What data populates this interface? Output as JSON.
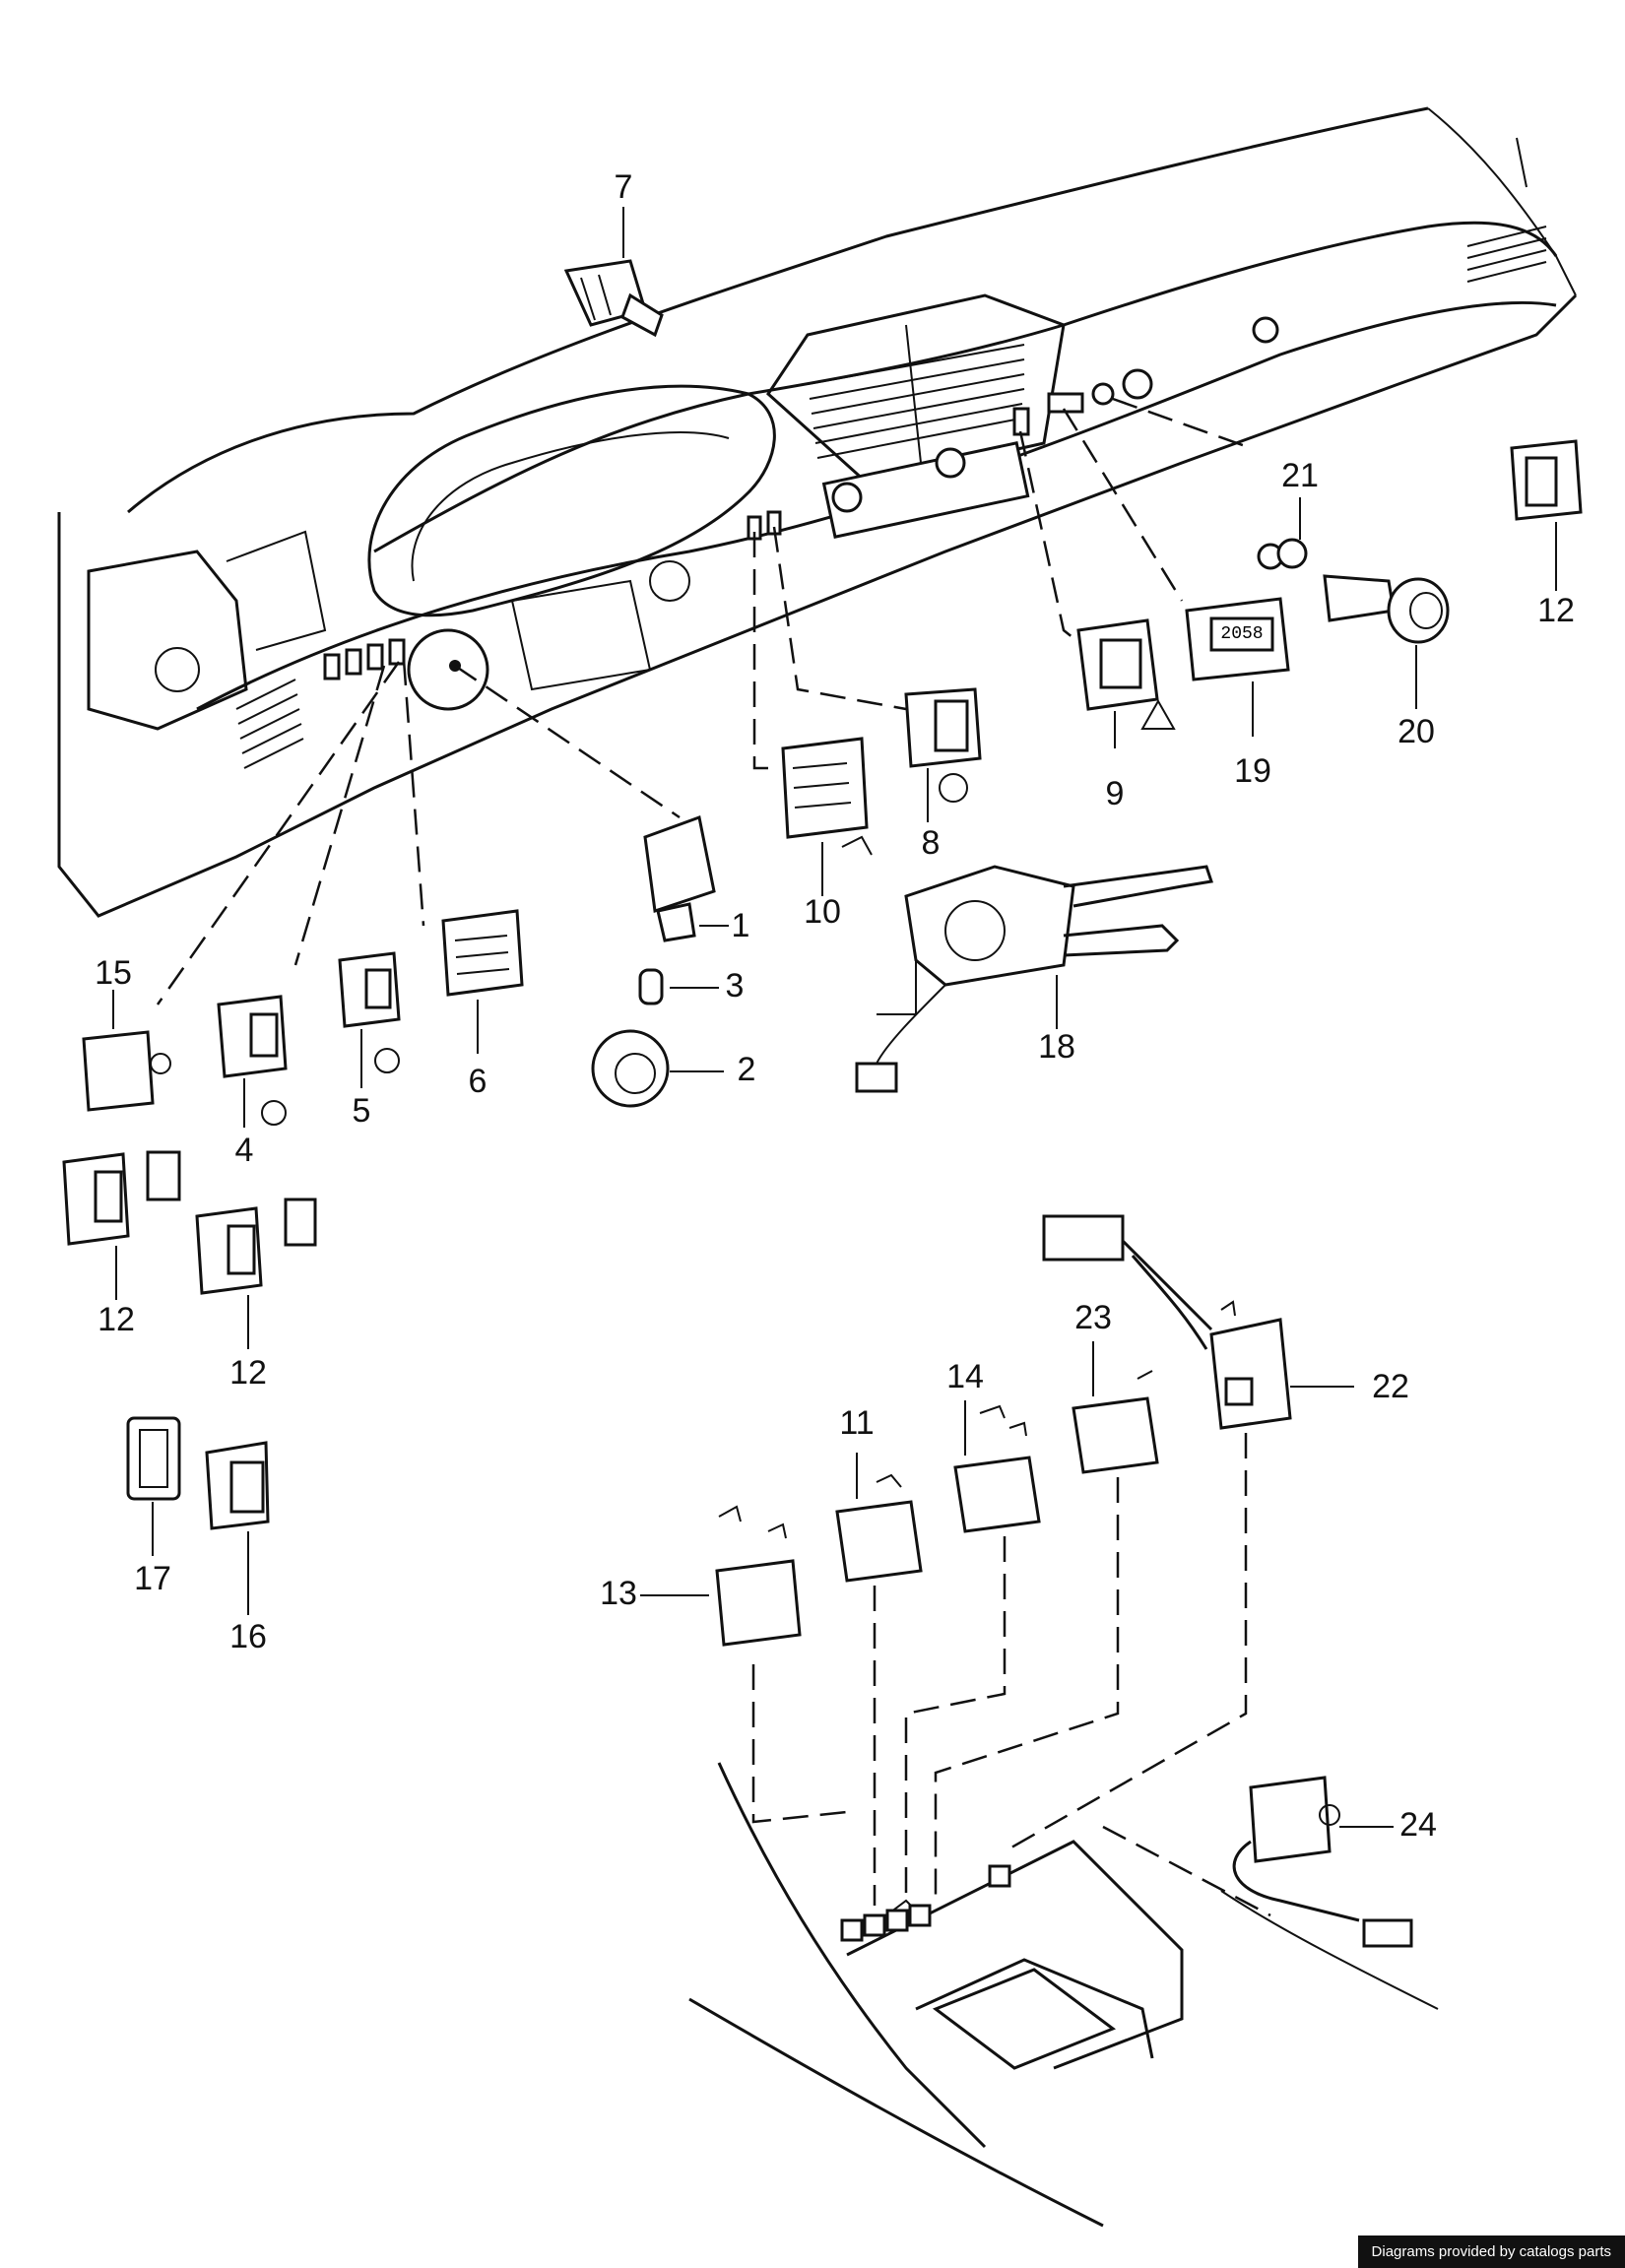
{
  "diagram": {
    "callouts": [
      "7",
      "21",
      "12",
      "1",
      "3",
      "2",
      "10",
      "8",
      "9",
      "19",
      "20",
      "15",
      "4",
      "5",
      "6",
      "18",
      "12",
      "12",
      "17",
      "16",
      "11",
      "14",
      "23",
      "22",
      "13",
      "24"
    ]
  },
  "footer": {
    "credit": "Diagrams provided by catalogs parts"
  }
}
